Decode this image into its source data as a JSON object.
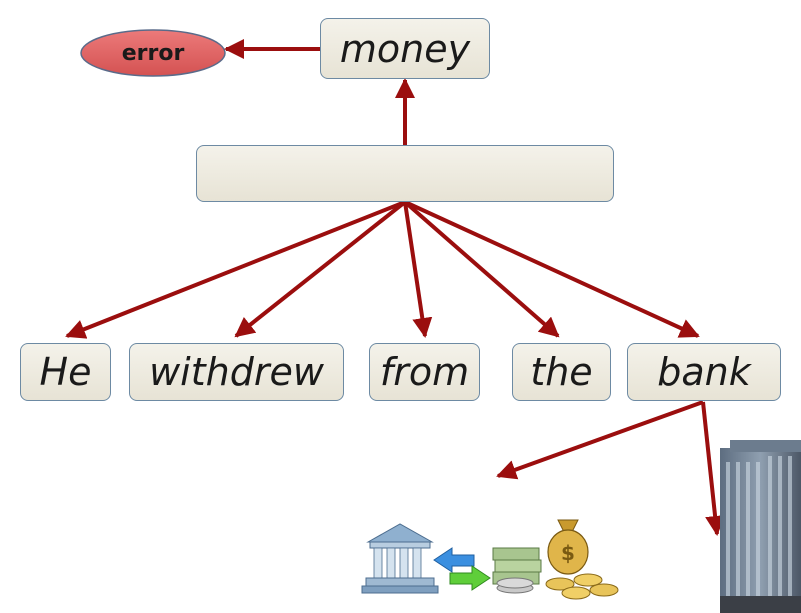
{
  "top": {
    "word": "money"
  },
  "error": {
    "label": "error"
  },
  "hidden": {
    "label": ""
  },
  "words": [
    "He",
    "withdrew",
    "from",
    "the",
    "bank"
  ],
  "images": {
    "finance": "bank-money-transfer-illustration",
    "building": "office-building-photo"
  },
  "colors": {
    "arrow": "#9b0e0e",
    "box_border": "#6d8aa3",
    "box_fill": "#efece2",
    "error_fill": "#e26262"
  }
}
